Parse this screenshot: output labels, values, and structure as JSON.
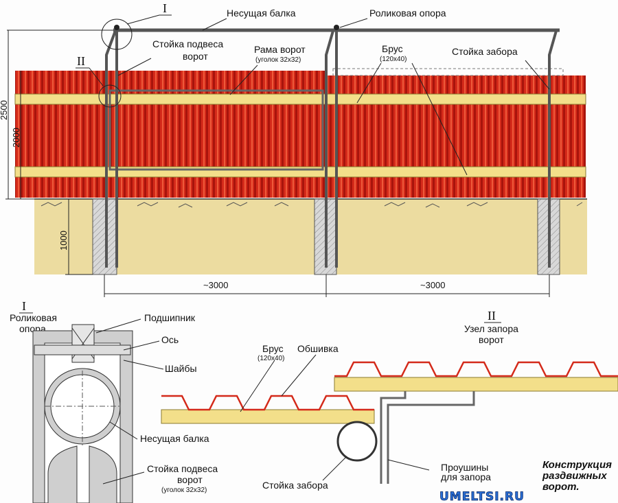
{
  "labels": {
    "load_beam": "Несущая балка",
    "roller_support": "Роликовая опора",
    "gate_post": "Стойка подвеса",
    "gate_post_2": "ворот",
    "gate_frame": "Рама ворот",
    "gate_frame_spec": "(уголок 32х32)",
    "beam": "Брус",
    "beam_spec": "(120х40)",
    "fence_post": "Стойка забора",
    "marker_1": "I",
    "marker_2": "II"
  },
  "dimensions": {
    "h_total": "2500",
    "h_fence": "2000",
    "h_ground": "1000",
    "span_1": "~3000",
    "span_2": "~3000"
  },
  "detail_1": {
    "marker": "I",
    "title_1": "Роликовая",
    "title_2": "опора",
    "bearing": "Подшипник",
    "axle": "Ось",
    "washers": "Шайбы",
    "load_beam": "Несущая балка",
    "post_1": "Стойка подвеса",
    "post_2": "ворот",
    "post_spec": "(уголок 32х32)"
  },
  "detail_2": {
    "marker": "II",
    "title_1": "Узел запора",
    "title_2": "ворот",
    "beam": "Брус",
    "beam_spec": "(120х40)",
    "cladding": "Обшивка",
    "fence_post": "Стойка забора",
    "eyelets_1": "Проушины",
    "eyelets_2": "для запора"
  },
  "caption": {
    "line1": "Конструкция",
    "line2": "раздвижных",
    "line3": "ворот."
  },
  "watermark": "UMELTSI.RU",
  "colors": {
    "sheet": "#d42a1a",
    "timber": "#f3df8a",
    "ground": "#ecdca0",
    "concrete": "#cfcfcf"
  }
}
